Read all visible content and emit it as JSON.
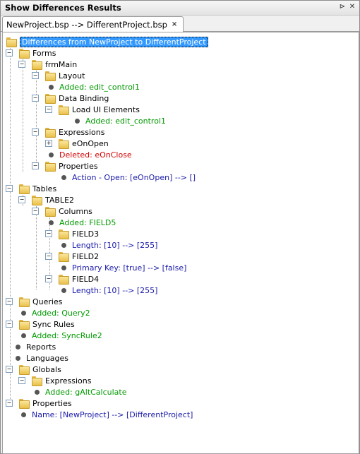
{
  "window": {
    "title": "Show Differences Results"
  },
  "tab": {
    "label": "NewProject.bsp --> DifferentProject.bsp"
  },
  "tree": {
    "root": "Differences from NewProject to DifferentProject",
    "forms": "Forms",
    "frmMain": "frmMain",
    "layout": "Layout",
    "layout_added": "Added: edit_control1",
    "data_binding": "Data Binding",
    "load_ui": "Load UI Elements",
    "load_ui_added": "Added: edit_control1",
    "expressions": "Expressions",
    "eonopen": "eOnOpen",
    "deleted": "Deleted: eOnClose",
    "properties": "Properties",
    "action": "Action - Open: [eOnOpen] --> []",
    "tables": "Tables",
    "table2": "TABLE2",
    "columns": "Columns",
    "field5": "Added: FIELD5",
    "field3": "FIELD3",
    "field3_len": "Length: [10] --> [255]",
    "field2": "FIELD2",
    "field2_pk": "Primary Key: [true] --> [false]",
    "field4": "FIELD4",
    "field4_len": "Length: [10] --> [255]",
    "queries": "Queries",
    "query2": "Added: Query2",
    "sync_rules": "Sync Rules",
    "syncrule2": "Added: SyncRule2",
    "reports": "Reports",
    "languages": "Languages",
    "globals": "Globals",
    "g_expressions": "Expressions",
    "galt": "Added: gAltCalculate",
    "g_properties": "Properties",
    "name_change": "Name: [NewProject] --> [DifferentProject]"
  },
  "colors": {
    "added": "#009a00",
    "deleted": "#d40000",
    "changed": "#1a1aa8",
    "selection": "#3399ff"
  }
}
